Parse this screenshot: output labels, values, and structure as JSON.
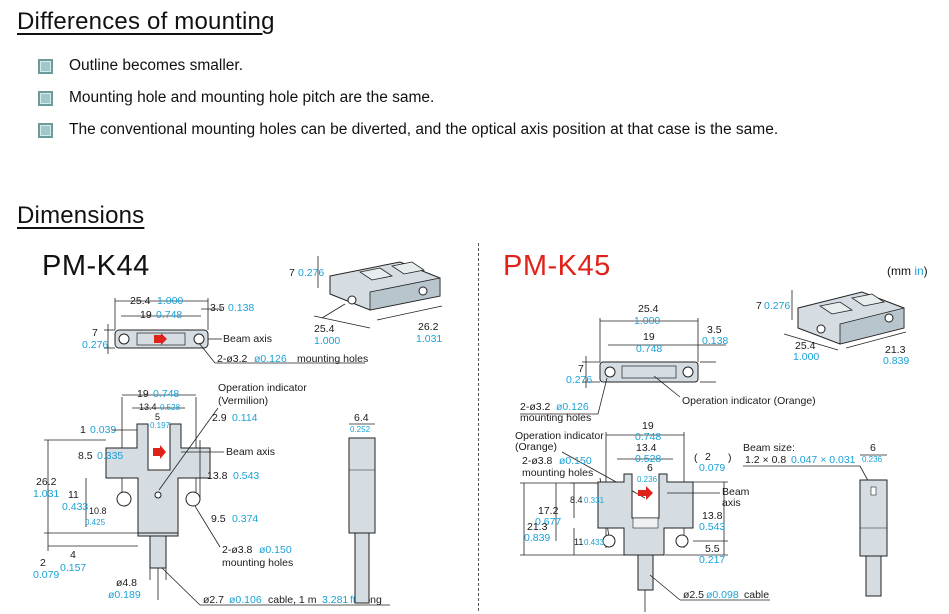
{
  "differences": {
    "heading": "Differences of mounting",
    "bullets": [
      "Outline becomes smaller.",
      "Mounting hole and mounting hole pitch are the same.",
      "The conventional mounting holes can be diverted, and the optical axis position at that case is the same."
    ]
  },
  "dimensions": {
    "heading": "Dimensions",
    "units": {
      "prefix": "(mm ",
      "in": "in",
      "suffix": ")"
    }
  },
  "pmk44": {
    "title": "PM-K44",
    "top": {
      "width": "25.4",
      "width_in": "1.000",
      "pitch": "19",
      "pitch_in": "0.748",
      "edge": "3.5",
      "edge_in": "0.138",
      "height": "7",
      "height_in": "0.276",
      "beam_axis": "Beam axis",
      "holes": "2-ø3.2",
      "holes_in": "ø0.126",
      "holes_suffix": "mounting holes"
    },
    "iso": {
      "height": "7",
      "height_in": "0.276",
      "width": "25.4",
      "width_in": "1.000",
      "depth": "26.2",
      "depth_in": "1.031"
    },
    "front": {
      "pitch": "19",
      "pitch_in": "0.748",
      "inner": "13.4",
      "inner_in": "0.528",
      "slot": "5",
      "slot_in": "0.197",
      "op_indicator": "Operation indicator",
      "op_color": "(Vermilion)",
      "top_off": "2.9",
      "top_off_in": "0.114",
      "edge": "1",
      "edge_in": "0.039",
      "beam_axis": "Beam axis",
      "beam_h": "8.5",
      "beam_h_in": "0.335",
      "body_h": "13.8",
      "body_h_in": "0.543",
      "total_h": "26.2",
      "total_h_in": "1.031",
      "hole_h": "11",
      "hole_h_in": "0.433",
      "hole_h2": "10.8",
      "hole_h2_in": "0.425",
      "bottom": "9.5",
      "bottom_in": "0.374",
      "mount_holes": "2-ø3.8",
      "mount_holes_in": "ø0.150",
      "mount_holes_suffix": "mounting holes",
      "base_a": "2",
      "base_a_in": "0.079",
      "base_b": "4",
      "base_b_in": "0.157",
      "cable_d": "ø4.8",
      "cable_d_in": "ø0.189",
      "cable": "ø2.7",
      "cable_in": "ø0.106",
      "cable_mid": "cable, 1 m",
      "cable_ft": "3.281",
      "cable_ft_unit": "ft",
      "cable_suffix": "long"
    },
    "side": {
      "width": "6.4",
      "width_in": "0.252"
    }
  },
  "pmk45": {
    "title": "PM-K45",
    "top": {
      "width": "25.4",
      "width_in": "1.000",
      "pitch": "19",
      "pitch_in": "0.748",
      "edge": "3.5",
      "edge_in": "0.138",
      "height": "7",
      "height_in": "0.276",
      "holes": "2-ø3.2",
      "holes_in": "ø0.126",
      "holes_suffix": "mounting holes",
      "op_indicator": "Operation indicator (Orange)"
    },
    "iso": {
      "height": "7",
      "height_in": "0.276",
      "width": "25.4",
      "width_in": "1.000",
      "depth": "21.3",
      "depth_in": "0.839"
    },
    "front": {
      "op_indicator": "Operation indicator",
      "op_color": "(Orange)",
      "pitch": "19",
      "pitch_in": "0.748",
      "inner": "13.4",
      "inner_in": "0.528",
      "slot": "6",
      "slot_in": "0.236",
      "gap": "2",
      "gap_in": "0.079",
      "mount_holes": "2-ø3.8",
      "mount_holes_in": "ø0.150",
      "mount_holes_suffix": "mounting holes",
      "beam_axis_1": "Beam",
      "beam_axis_2": "axis",
      "a": "8.4",
      "a_in": "0.331",
      "b": "17.2",
      "b_in": "0.677",
      "c": "11",
      "c_in": "0.433",
      "total_h": "21.3",
      "total_h_in": "0.839",
      "body_h": "13.8",
      "body_h_in": "0.543",
      "bottom": "5.5",
      "bottom_in": "0.217",
      "cable": "ø2.5",
      "cable_in": "ø0.098",
      "cable_suffix": "cable"
    },
    "side": {
      "beam_size": "Beam size:",
      "beam_size_val": "1.2 × 0.8",
      "beam_size_in": "0.047 × 0.031",
      "width": "6",
      "width_in": "0.236"
    }
  }
}
